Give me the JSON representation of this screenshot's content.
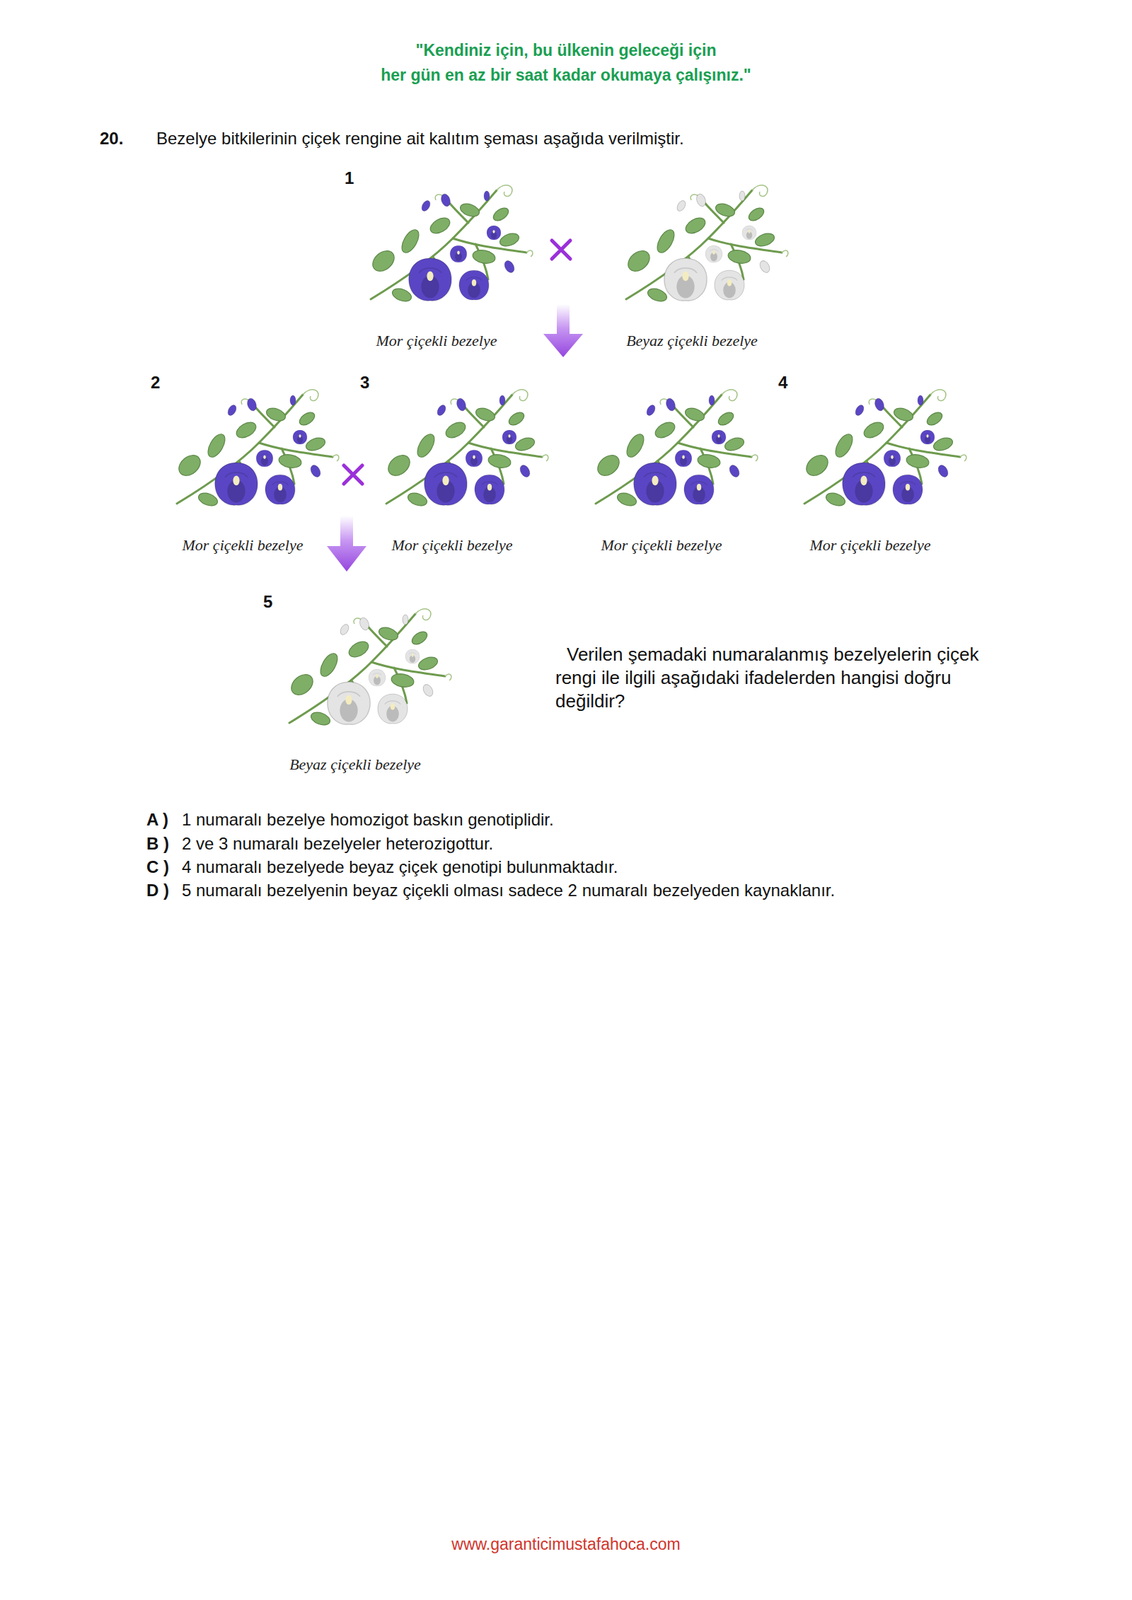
{
  "diagram": {
    "nodes": [
      {
        "text": [
          "1",
          "Mor çiçekli bezelye"
        ]
      },
      {
        "text": [
          "Beyaz çiçekli bezelye"
        ]
      },
      {
        "text": [
          "2",
          "Mor çiçekli bezelye"
        ]
      },
      {
        "text": [
          "3",
          "Mor çiçekli bezelye"
        ]
      },
      {
        "text": [
          "Mor çiçekli bezelye"
        ]
      },
      {
        "text": [
          "4",
          "Mor çiçekli bezelye"
        ]
      },
      {
        "text": [
          "5",
          "Beyaz çiçekli bezelye"
        ]
      }
    ],
    "labels": [
      "\"Kendiniz için, bu ülkenin geleceği için",
      "her gün en az bir saat kadar okumaya çalışınız.\"",
      "20.",
      "Bezelye bitkilerinin çiçek rengine ait kalıtım şeması aşağıda verilmiştir.",
      "Verilen şemadaki numaralanmış bezelyelerin çiçek rengi ile ilgili aşağıdaki ifadelerden hangisi doğru değildir?",
      "A )",
      "1 numaralı bezelye homozigot baskın genotiplidir.",
      "B )",
      "2 ve 3 numaralı bezelyeler heterozigottur.",
      "C )",
      "4 numaralı bezelyede beyaz çiçek genotipi bulunmaktadır.",
      "D )",
      "5 numaralı bezelyenin beyaz çiçekli olması sadece 2 numaralı bezelyeden kaynaklanır.",
      "www.garanticimustafahoca.com"
    ]
  }
}
